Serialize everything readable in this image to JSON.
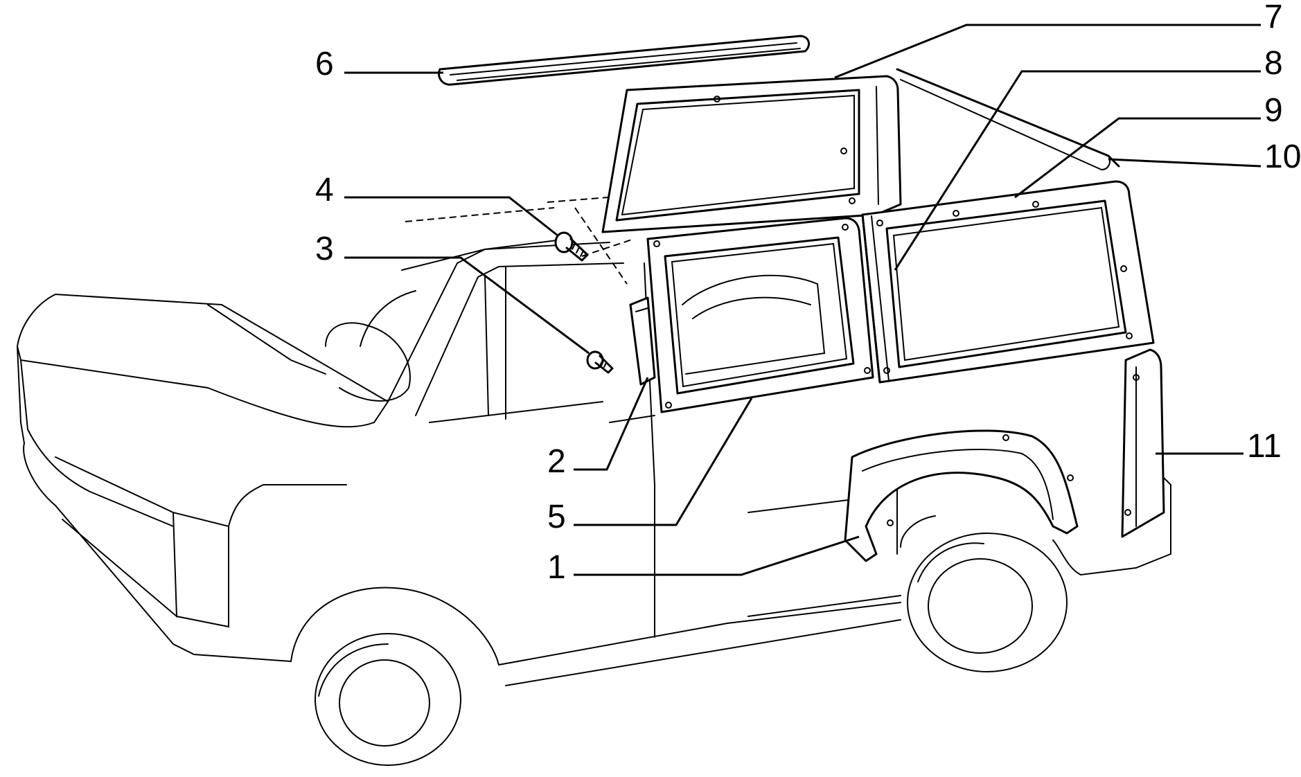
{
  "callouts": [
    {
      "id": "1",
      "label": "1"
    },
    {
      "id": "2",
      "label": "2"
    },
    {
      "id": "3",
      "label": "3"
    },
    {
      "id": "4",
      "label": "4"
    },
    {
      "id": "5",
      "label": "5"
    },
    {
      "id": "6",
      "label": "6"
    },
    {
      "id": "7",
      "label": "7"
    },
    {
      "id": "8",
      "label": "8"
    },
    {
      "id": "9",
      "label": "9"
    },
    {
      "id": "10",
      "label": "10"
    },
    {
      "id": "11",
      "label": "11"
    }
  ],
  "colors": {
    "background": "#ffffff",
    "ink": "#000000"
  }
}
